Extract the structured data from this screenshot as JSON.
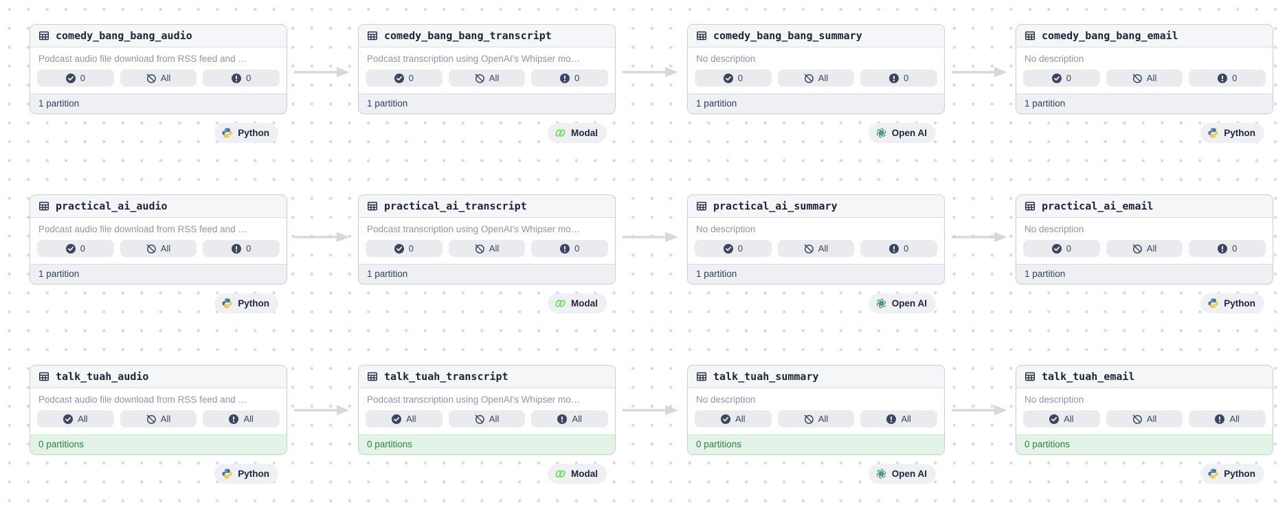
{
  "colors": {
    "dot_grid": "#d9dce2",
    "card_border": "#c9cdd6",
    "header_bg": "#f5f6f8",
    "footer_bg": "#eef0f3",
    "footer_empty_bg": "#e4f3e7",
    "footer_empty_text": "#2e7f47",
    "badge_bg": "#e9ebef",
    "badge_icon": "#3c4660",
    "title_text": "#1b2436",
    "description_text": "#8d96a8",
    "arrow": "#d5d8de",
    "python_blue": "#3b77a8",
    "python_yellow": "#f7c83d",
    "modal_green": "#6fe25b",
    "openai_green": "#2e9266"
  },
  "rows": [
    {
      "cards": [
        {
          "title": "comedy_bang_bang_audio",
          "description": "Podcast audio file download from RSS feed and …",
          "badges": [
            "0",
            "All",
            "0"
          ],
          "partitions": "1 partition",
          "tag": "Python"
        },
        {
          "title": "comedy_bang_bang_transcript",
          "description": "Podcast transcription using OpenAI's Whipser mo…",
          "badges": [
            "0",
            "All",
            "0"
          ],
          "partitions": "1 partition",
          "tag": "Modal"
        },
        {
          "title": "comedy_bang_bang_summary",
          "description": "No description",
          "badges": [
            "0",
            "All",
            "0"
          ],
          "partitions": "1 partition",
          "tag": "Open AI"
        },
        {
          "title": "comedy_bang_bang_email",
          "description": "No description",
          "badges": [
            "0",
            "All",
            "0"
          ],
          "partitions": "1 partition",
          "tag": "Python"
        }
      ]
    },
    {
      "cards": [
        {
          "title": "practical_ai_audio",
          "description": "Podcast audio file download from RSS feed and …",
          "badges": [
            "0",
            "All",
            "0"
          ],
          "partitions": "1 partition",
          "tag": "Python"
        },
        {
          "title": "practical_ai_transcript",
          "description": "Podcast transcription using OpenAI's Whipser mo…",
          "badges": [
            "0",
            "All",
            "0"
          ],
          "partitions": "1 partition",
          "tag": "Modal"
        },
        {
          "title": "practical_ai_summary",
          "description": "No description",
          "badges": [
            "0",
            "All",
            "0"
          ],
          "partitions": "1 partition",
          "tag": "Open AI"
        },
        {
          "title": "practical_ai_email",
          "description": "No description",
          "badges": [
            "0",
            "All",
            "0"
          ],
          "partitions": "1 partition",
          "tag": "Python"
        }
      ]
    },
    {
      "cards": [
        {
          "title": "talk_tuah_audio",
          "description": "Podcast audio file download from RSS feed and …",
          "badges": [
            "All",
            "All",
            "All"
          ],
          "partitions": "0 partitions",
          "tag": "Python"
        },
        {
          "title": "talk_tuah_transcript",
          "description": "Podcast transcription using OpenAI's Whipser mo…",
          "badges": [
            "All",
            "All",
            "All"
          ],
          "partitions": "0 partitions",
          "tag": "Modal"
        },
        {
          "title": "talk_tuah_summary",
          "description": "No description",
          "badges": [
            "All",
            "All",
            "All"
          ],
          "partitions": "0 partitions",
          "tag": "Open AI"
        },
        {
          "title": "talk_tuah_email",
          "description": "No description",
          "badges": [
            "All",
            "All",
            "All"
          ],
          "partitions": "0 partitions",
          "tag": "Python"
        }
      ]
    }
  ]
}
